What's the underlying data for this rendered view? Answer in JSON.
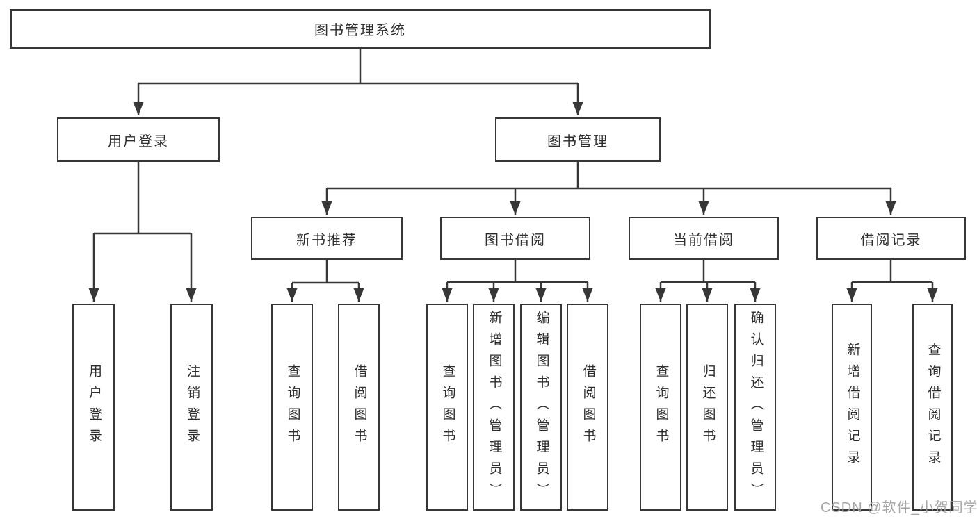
{
  "diagram": {
    "type": "tree-structure-chart",
    "title": "图书管理系统",
    "line_color": "#373737",
    "text_color": "#2d2d2d",
    "background_color": "#ffffff",
    "watermark_color": "#9e9e9e"
  },
  "nodes": {
    "root": {
      "label": "图书管理系统"
    },
    "level2": [
      {
        "label": "用户登录",
        "parent": "图书管理系统"
      },
      {
        "label": "图书管理",
        "parent": "图书管理系统"
      }
    ],
    "level3": [
      {
        "label": "新书推荐",
        "parent": "图书管理"
      },
      {
        "label": "图书借阅",
        "parent": "图书管理"
      },
      {
        "label": "当前借阅",
        "parent": "图书管理"
      },
      {
        "label": "借阅记录",
        "parent": "图书管理"
      }
    ],
    "leaves": [
      {
        "label": "用户登录",
        "parent": "用户登录"
      },
      {
        "label": "注销登录",
        "parent": "用户登录"
      },
      {
        "label": "查询图书",
        "parent": "新书推荐"
      },
      {
        "label": "借阅图书",
        "parent": "新书推荐"
      },
      {
        "label": "查询图书",
        "parent": "图书借阅"
      },
      {
        "label": "新增图书（管理员）",
        "parent": "图书借阅"
      },
      {
        "label": "编辑图书（管理员）",
        "parent": "图书借阅"
      },
      {
        "label": "借阅图书",
        "parent": "图书借阅"
      },
      {
        "label": "查询图书",
        "parent": "当前借阅"
      },
      {
        "label": "归还图书",
        "parent": "当前借阅"
      },
      {
        "label": "确认归还（管理员）",
        "parent": "当前借阅"
      },
      {
        "label": "新增借阅记录",
        "parent": "借阅记录"
      },
      {
        "label": "查询借阅记录",
        "parent": "借阅记录"
      }
    ]
  },
  "watermark": "CSDN @软件_小贺同学"
}
